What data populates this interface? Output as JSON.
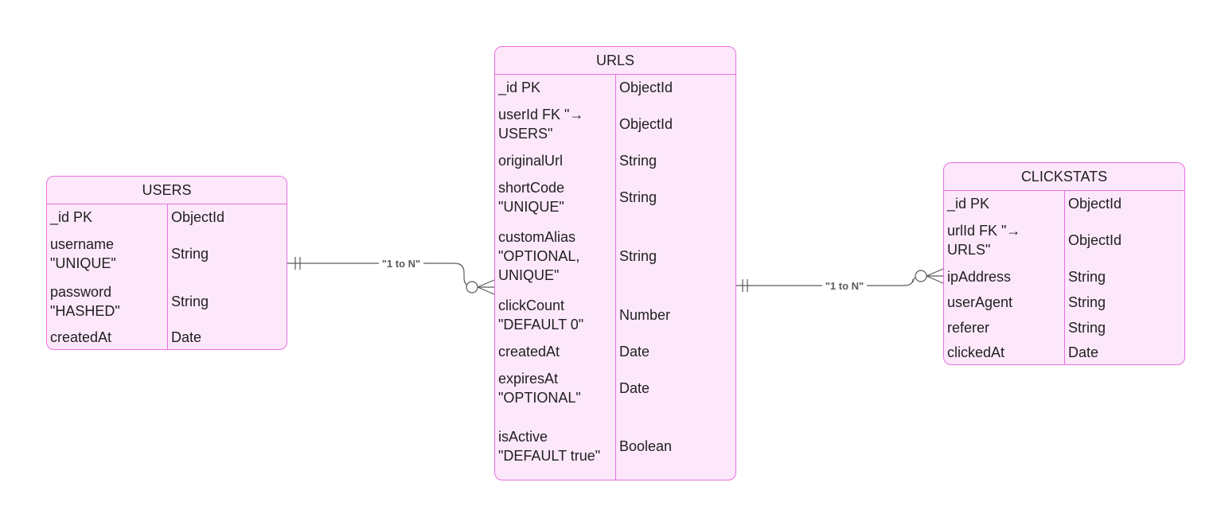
{
  "entities": {
    "users": {
      "title": "USERS",
      "fields": [
        {
          "name": "_id PK",
          "type": "ObjectId"
        },
        {
          "name": "username \"UNIQUE\"",
          "type": "String"
        },
        {
          "name": "password \"HASHED\"",
          "type": "String"
        },
        {
          "name": "createdAt",
          "type": "Date"
        }
      ]
    },
    "urls": {
      "title": "URLS",
      "fields": [
        {
          "name": "_id PK",
          "type": "ObjectId"
        },
        {
          "name": "userId FK \"→ USERS\"",
          "type": "ObjectId"
        },
        {
          "name": "originalUrl",
          "type": "String"
        },
        {
          "name": "shortCode \"UNIQUE\"",
          "type": "String"
        },
        {
          "name": "customAlias \"OPTIONAL, UNIQUE\"",
          "type": "String"
        },
        {
          "name": "clickCount \"DEFAULT 0\"",
          "type": "Number"
        },
        {
          "name": "createdAt",
          "type": "Date"
        },
        {
          "name": "expiresAt \"OPTIONAL\"",
          "type": "Date"
        },
        {
          "name": "isActive \"DEFAULT true\"",
          "type": "Boolean"
        }
      ]
    },
    "clickstats": {
      "title": "CLICKSTATS",
      "fields": [
        {
          "name": "_id PK",
          "type": "ObjectId"
        },
        {
          "name": "urlId FK \"→ URLS\"",
          "type": "ObjectId"
        },
        {
          "name": "ipAddress",
          "type": "String"
        },
        {
          "name": "userAgent",
          "type": "String"
        },
        {
          "name": "referer",
          "type": "String"
        },
        {
          "name": "clickedAt",
          "type": "Date"
        }
      ]
    }
  },
  "relations": {
    "users_urls": {
      "label": "\"1 to N\""
    },
    "urls_clickstats": {
      "label": "\"1 to N\""
    }
  },
  "colors": {
    "entity_fill": "#fde8fb",
    "entity_border": "#e96fe0",
    "line": "#5a5a5a"
  }
}
